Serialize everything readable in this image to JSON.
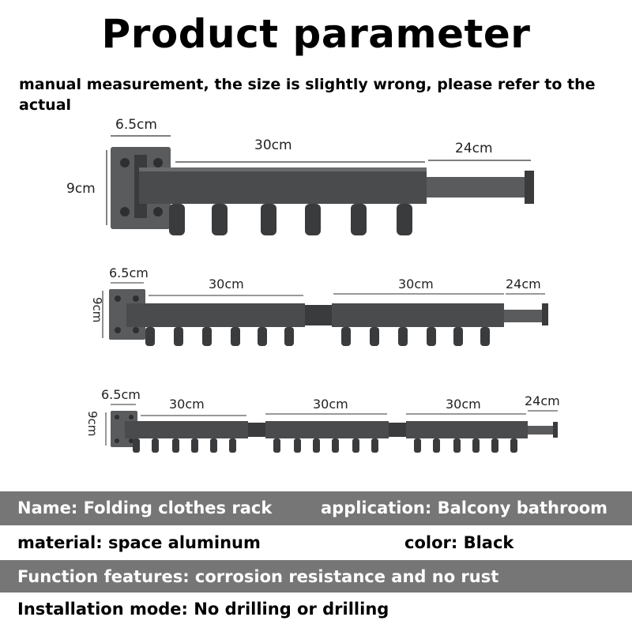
{
  "title": "Product parameter",
  "note": "manual measurement, the size is slightly wrong, please refer to the actual",
  "racks": [
    {
      "width_label": "6.5cm",
      "height_label": "9cm",
      "segment_labels": [
        "30cm"
      ],
      "extension_label": "24cm"
    },
    {
      "width_label": "6.5cm",
      "height_label": "9cm",
      "segment_labels": [
        "30cm",
        "30cm"
      ],
      "extension_label": "24cm"
    },
    {
      "width_label": "6.5cm",
      "height_label": "9cm",
      "segment_labels": [
        "30cm",
        "30cm",
        "30cm"
      ],
      "extension_label": "24cm"
    }
  ],
  "specs": {
    "name": "Name: Folding clothes rack",
    "application": "application: Balcony bathroom",
    "material": "material: space aluminum",
    "color": "color: Black",
    "function": "Function features: corrosion resistance and no rust",
    "installation": "Installation mode: No drilling or drilling"
  },
  "colors": {
    "rack": "#4a4b4d",
    "rack_dark": "#2e2f31",
    "band": "#767676"
  }
}
